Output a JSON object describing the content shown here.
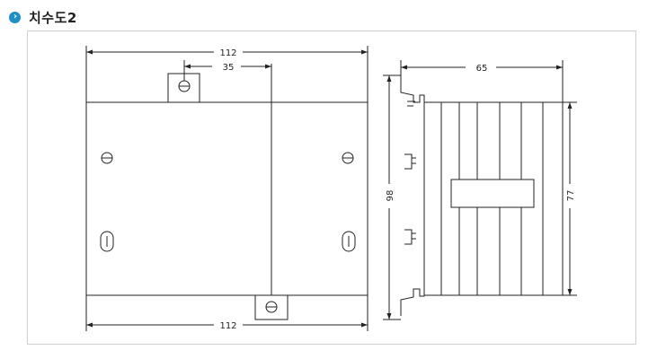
{
  "header": {
    "title": "치수도2",
    "bullet_glyph": "›",
    "bullet_icon": "chevron-right-icon",
    "bullet_color": "#1f8fc4"
  },
  "dimensions": {
    "front_top_width": "112",
    "front_offset": "35",
    "front_bottom_width": "112",
    "side_width": "65",
    "side_total_height": "98",
    "side_body_height": "77"
  }
}
